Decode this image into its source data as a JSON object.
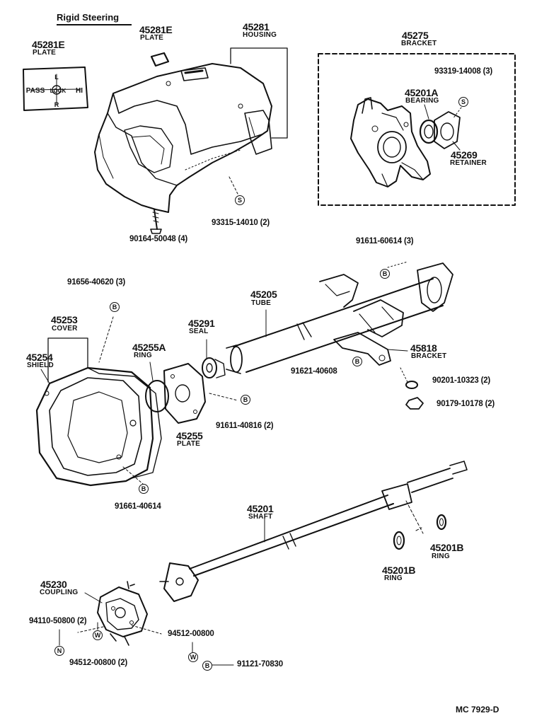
{
  "title": "Rigid Steering",
  "diagram_code": "MC  7929-D",
  "plate_glyphs": {
    "top": "L",
    "bottom": "R",
    "left": "PASS",
    "center": "LOCK",
    "right": "HI"
  },
  "badge_letters": {
    "s": "S",
    "b": "B",
    "w": "W",
    "n": "N"
  },
  "parts": {
    "p45281E_a": {
      "num": "45281E",
      "name": "PLATE"
    },
    "p45281E_b": {
      "num": "45281E",
      "name": "PLATE"
    },
    "p45281": {
      "num": "45281",
      "name": "HOUSING"
    },
    "p45275": {
      "num": "45275",
      "name": "BRACKET"
    },
    "p45201A": {
      "num": "45201A",
      "name": "BEARING"
    },
    "p45269": {
      "num": "45269",
      "name": "RETAINER"
    },
    "p45205": {
      "num": "45205",
      "name": "TUBE"
    },
    "p45291": {
      "num": "45291",
      "name": "SEAL"
    },
    "p45253": {
      "num": "45253",
      "name": "COVER"
    },
    "p45254": {
      "num": "45254",
      "name": "SHIELD"
    },
    "p45255A": {
      "num": "45255A",
      "name": "RING"
    },
    "p45255": {
      "num": "45255",
      "name": "PLATE"
    },
    "p45818": {
      "num": "45818",
      "name": "BRACKET"
    },
    "p45201": {
      "num": "45201",
      "name": "SHAFT"
    },
    "p45201B_a": {
      "num": "45201B",
      "name": "RING"
    },
    "p45201B_b": {
      "num": "45201B",
      "name": "RING"
    },
    "p45230": {
      "num": "45230",
      "name": "COUPLING"
    }
  },
  "part_numbers": {
    "pn93319": "93319-14008 (3)",
    "pn93315": "93315-14010 (2)",
    "pn90164": "90164-50048 (4)",
    "pn91611_60614": "91611-60614 (3)",
    "pn91656": "91656-40620 (3)",
    "pn91621": "91621-40608",
    "pn90201": "90201-10323 (2)",
    "pn90179": "90179-10178 (2)",
    "pn91611_40816": "91611-40816 (2)",
    "pn91661": "91661-40614",
    "pn94110": "94110-50800 (2)",
    "pn94512_a": "94512-00800",
    "pn94512_b": "94512-00800 (2)",
    "pn91121": "91121-70830"
  }
}
